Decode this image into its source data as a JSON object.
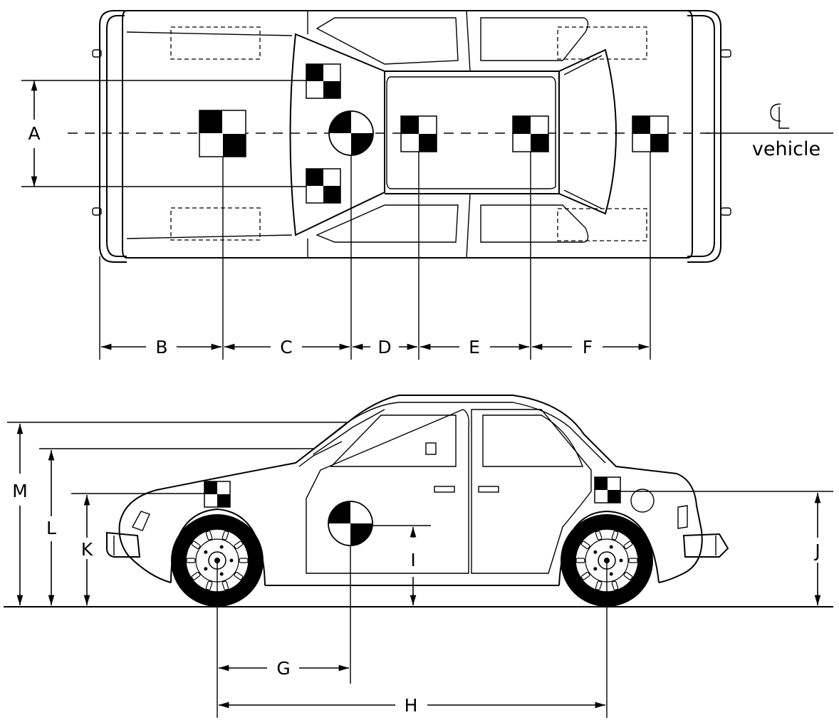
{
  "labels": {
    "A": "A",
    "B": "B",
    "C": "C",
    "D": "D",
    "E": "E",
    "F": "F",
    "G": "G",
    "H": "H",
    "I": "I",
    "J": "J",
    "K": "K",
    "L": "L",
    "M": "M"
  },
  "centerline": {
    "symbol": "CL",
    "label": "vehicle"
  },
  "colors": {
    "ink": "#000000",
    "background": "#ffffff"
  }
}
